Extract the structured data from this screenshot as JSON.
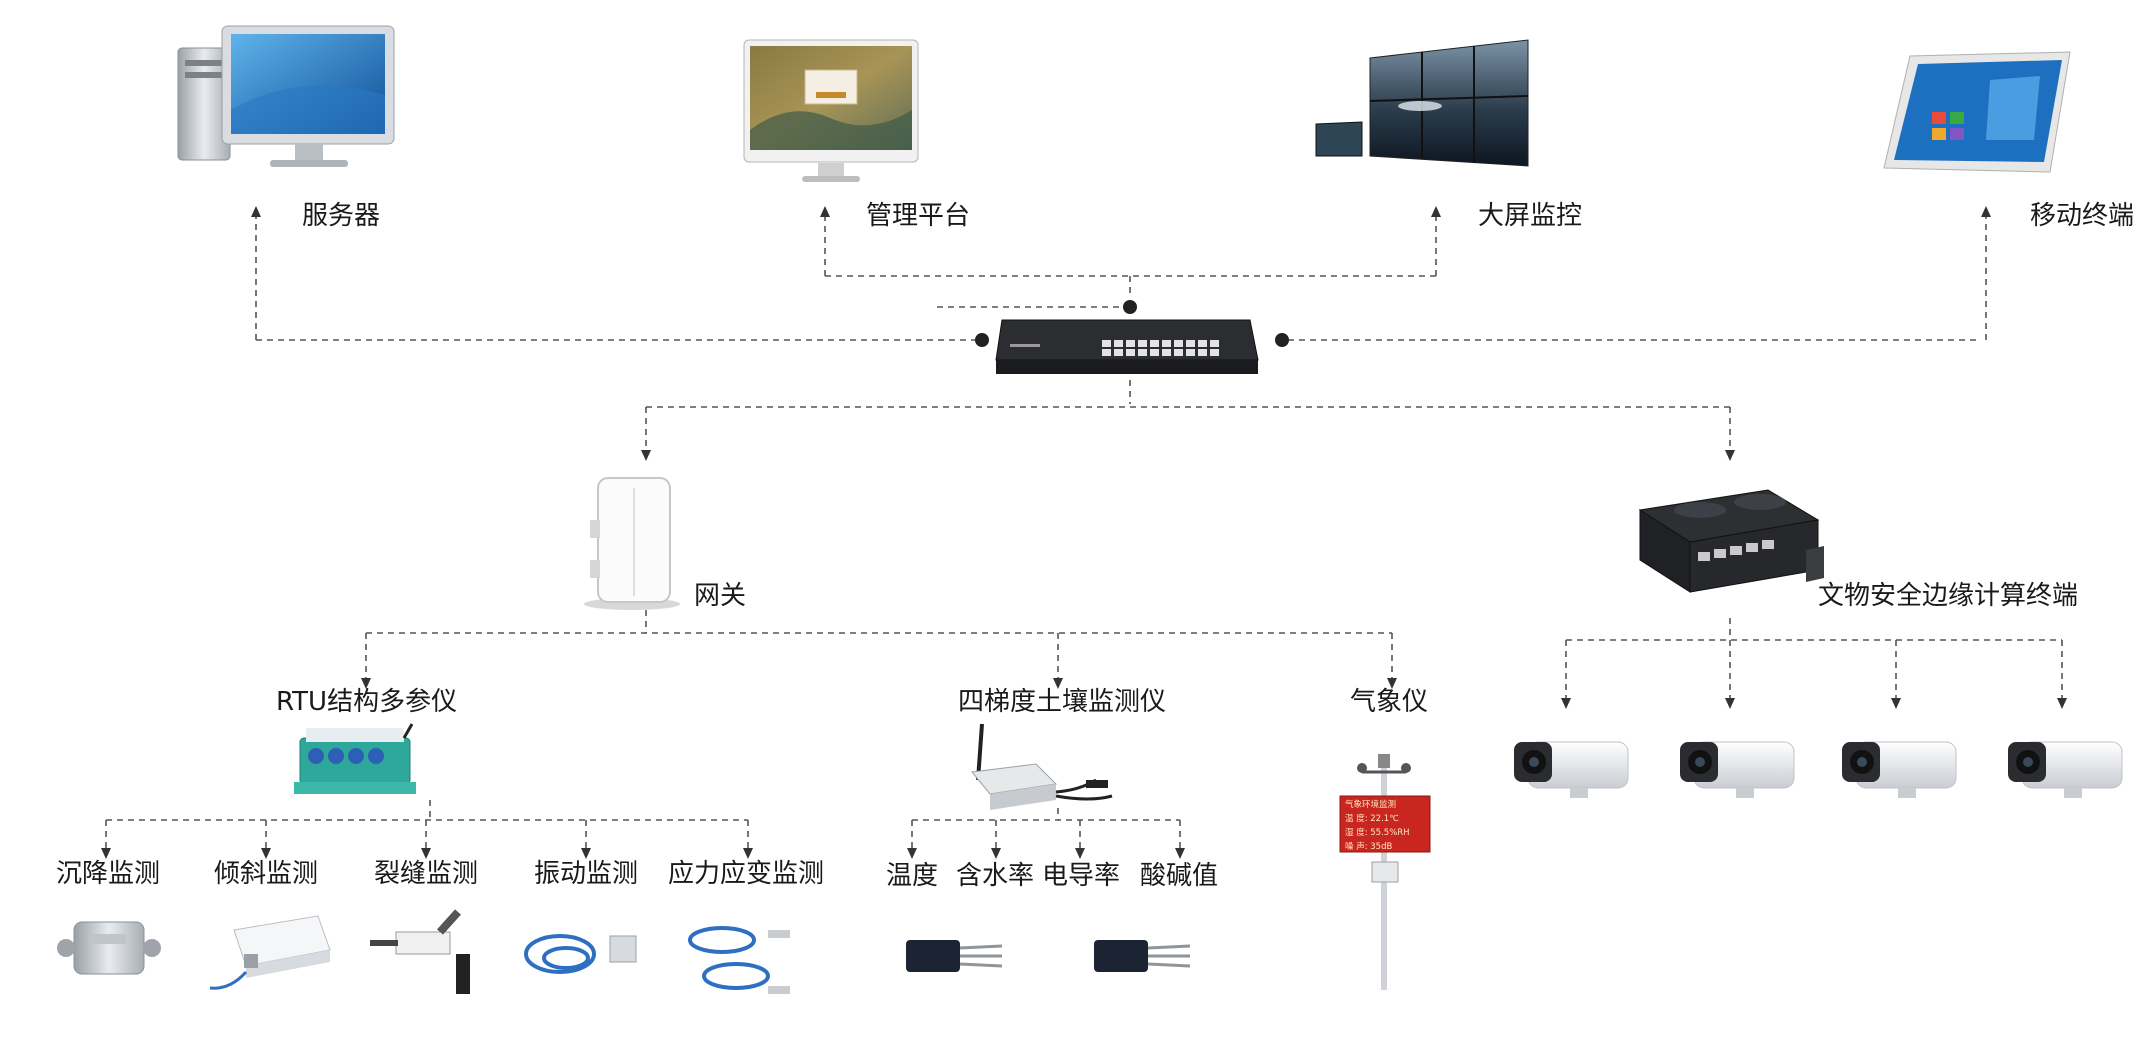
{
  "top_devices": {
    "server": "服务器",
    "management": "管理平台",
    "big_screen": "大屏监控",
    "mobile": "移动终端"
  },
  "gateway": "网关",
  "edge_terminal": "文物安全边缘计算终端",
  "rtu": {
    "title": "RTU结构多参仪",
    "items": [
      "沉降监测",
      "倾斜监测",
      "裂缝监测",
      "振动监测",
      "应力应变监测"
    ]
  },
  "soil": {
    "title": "四梯度土壤监测仪",
    "items": [
      "温度",
      "含水率",
      "电导率",
      "酸碱值"
    ]
  },
  "weather": {
    "title": "气象仪",
    "display_lines": [
      "气象环境监测",
      "温 度: 22.1℃",
      "湿 度: 55.5%RH",
      "噪 声: 35dB"
    ]
  },
  "management_screen_title": "数字化管理平台"
}
